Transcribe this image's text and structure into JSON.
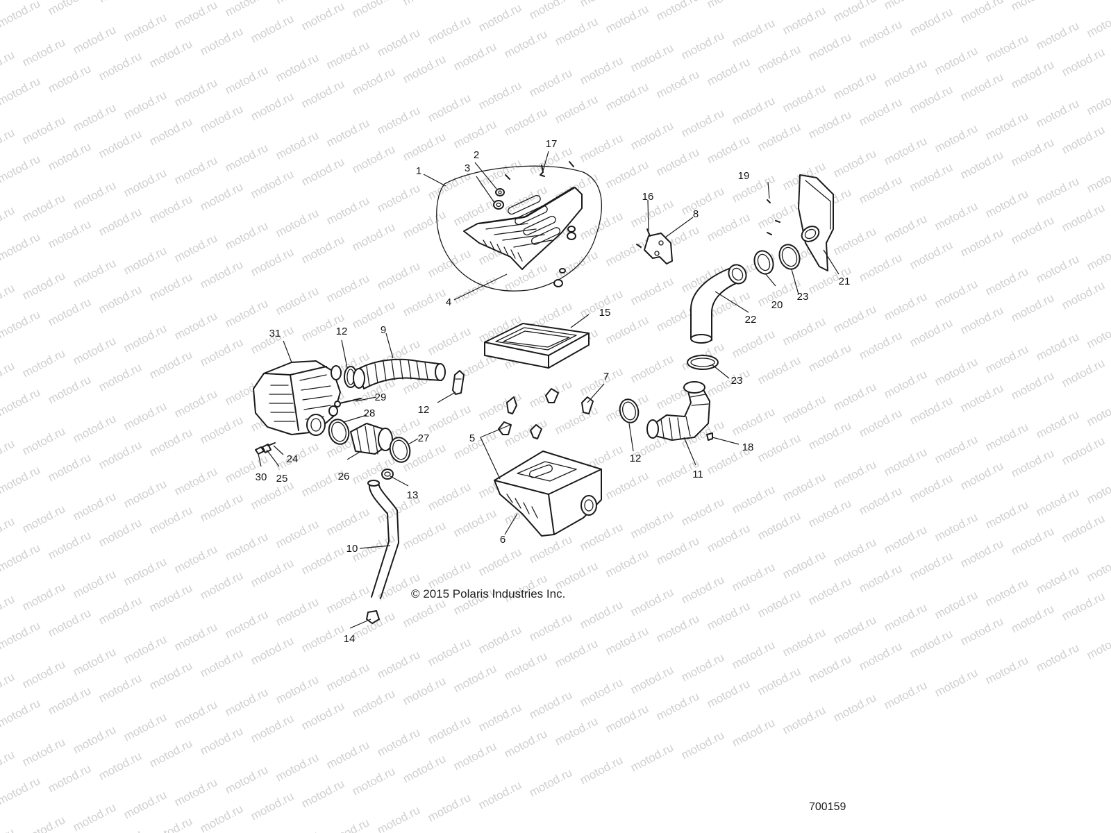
{
  "watermark": {
    "text": "motod.ru",
    "color": "#cfcfcf"
  },
  "copyright": "© 2015 Polaris Industries Inc.",
  "diagram_id": "700159",
  "callouts": {
    "c1": "1",
    "c2": "2",
    "c3": "3",
    "c4": "4",
    "c5": "5",
    "c6": "6",
    "c7": "7",
    "c8": "8",
    "c9": "9",
    "c10": "10",
    "c11": "11",
    "c12a": "12",
    "c12b": "12",
    "c12c": "12",
    "c13": "13",
    "c14": "14",
    "c15": "15",
    "c16": "16",
    "c17": "17",
    "c18": "18",
    "c19": "19",
    "c20": "20",
    "c21": "21",
    "c22": "22",
    "c23a": "23",
    "c23b": "23",
    "c24": "24",
    "c25": "25",
    "c26": "26",
    "c27": "27",
    "c28": "28",
    "c29": "29",
    "c30": "30",
    "c31": "31"
  }
}
